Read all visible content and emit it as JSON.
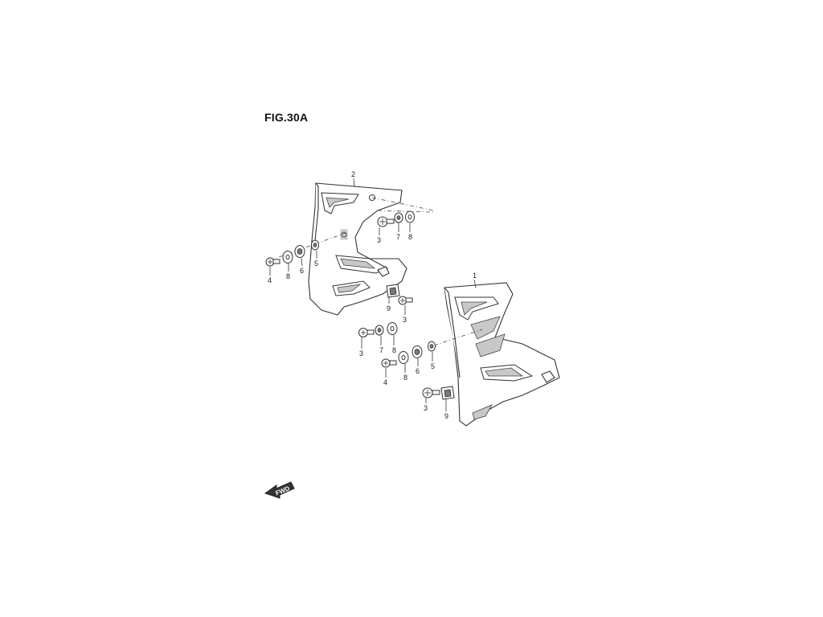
{
  "figure": {
    "title": "FIG.30A",
    "fwd_label": "FWD"
  },
  "callouts": {
    "c1": "1",
    "c2": "2",
    "c3a": "3",
    "c7a": "7",
    "c8a": "8",
    "c4a": "4",
    "c8b": "8",
    "c6a": "6",
    "c5a": "5",
    "c9a": "9",
    "c3b": "3",
    "c3c": "3",
    "c7b": "7",
    "c8c": "8",
    "c4b": "4",
    "c8d": "8",
    "c6b": "6",
    "c5b": "5",
    "c3d": "3",
    "c9b": "9"
  },
  "colors": {
    "line": "#333333",
    "shade": "#c8c8c8",
    "background": "#ffffff"
  }
}
